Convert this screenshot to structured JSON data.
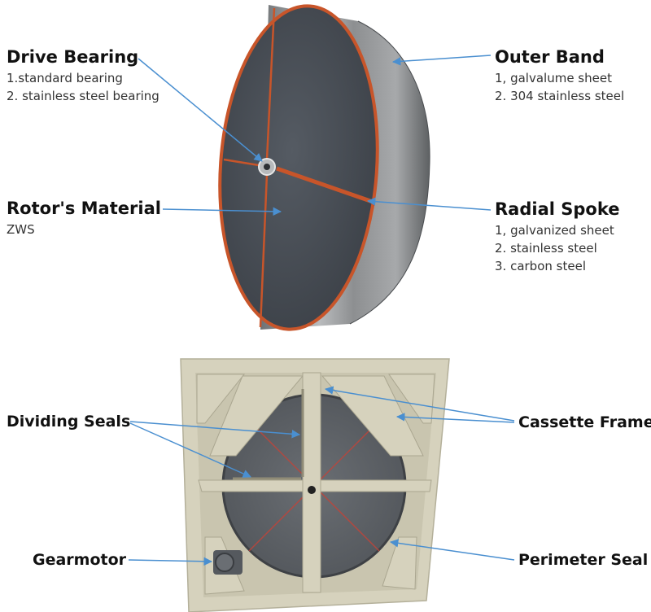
{
  "rotor_parts": {
    "drive_bearing": {
      "title": "Drive Bearing",
      "options": [
        "1.standard bearing",
        "2. stainless steel bearing"
      ]
    },
    "outer_band": {
      "title": "Outer Band",
      "options": [
        "1, galvalume sheet",
        "2. 304 stainless steel"
      ]
    },
    "rotor_material": {
      "title": "Rotor's Material",
      "options": [
        "ZWS"
      ]
    },
    "radial_spoke": {
      "title": "Radial Spoke",
      "options": [
        "1, galvanized sheet",
        "2. stainless steel",
        "3. carbon steel"
      ]
    }
  },
  "cassette_parts": {
    "dividing_seals": {
      "title": "Dividing Seals"
    },
    "cassette_frame": {
      "title": "Cassette Frame"
    },
    "gearmotor": {
      "title": "Gearmotor"
    },
    "perimeter_seal": {
      "title": "Perimeter Seal"
    }
  },
  "colors": {
    "rotor_face": "#4a5058",
    "seal_red": "#c8552a",
    "steel": "#8a8c8e",
    "frame": "#d6d2bd",
    "pointer": "#4a8fd0"
  }
}
